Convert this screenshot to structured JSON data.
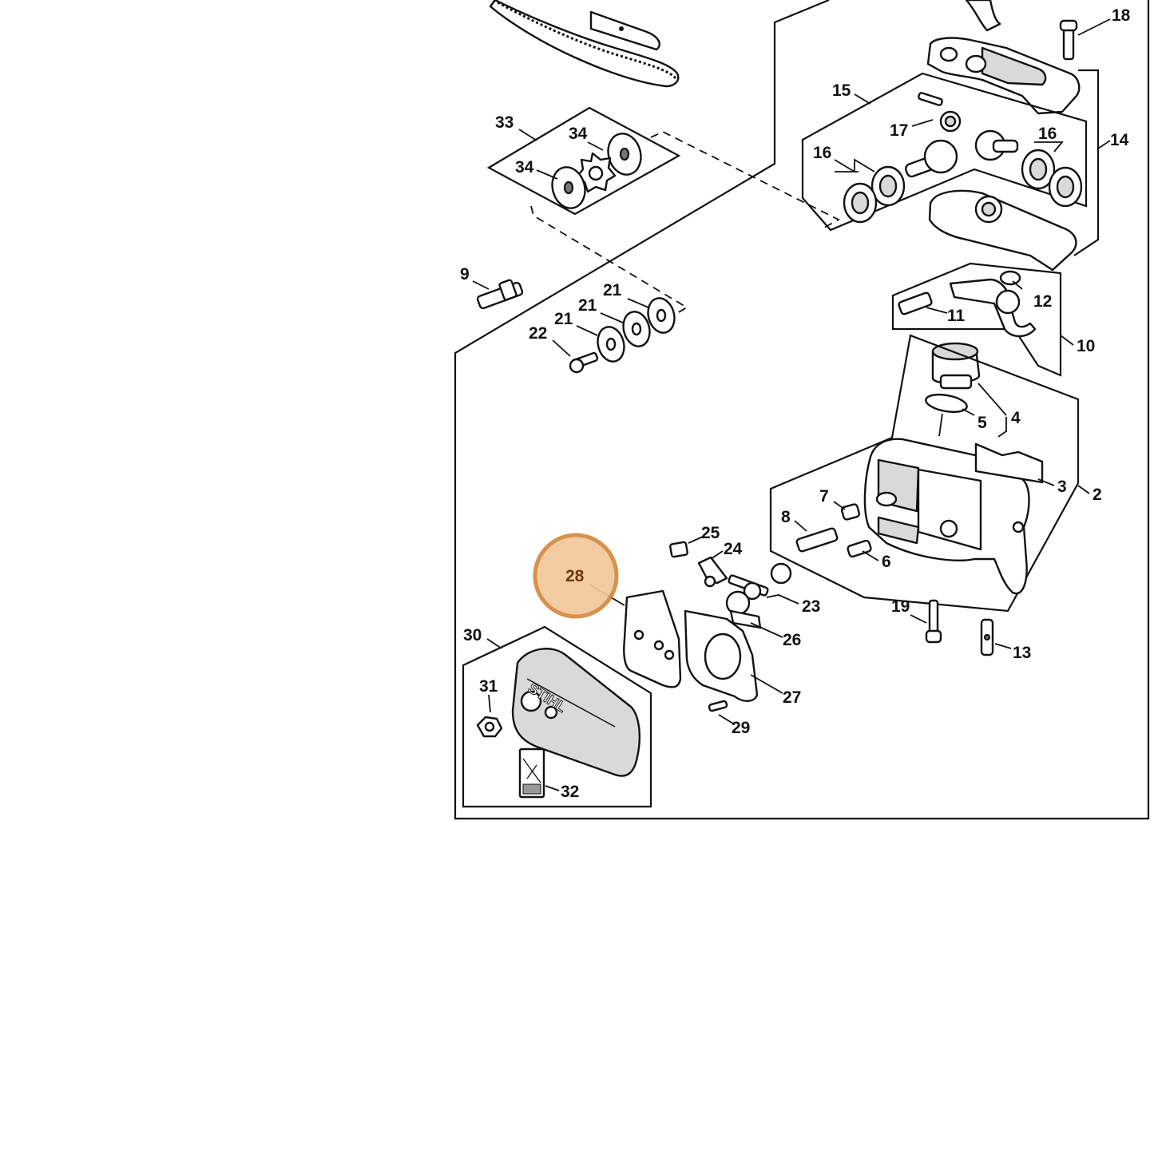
{
  "diagram": {
    "highlighted_part": "28",
    "brand_text": "STIHL",
    "highlight_color": "#f3c79c",
    "highlight_border_color": "#d4883c",
    "callouts": {
      "c2": "2",
      "c3": "3",
      "c4": "4",
      "c5": "5",
      "c6": "6",
      "c7": "7",
      "c8": "8",
      "c9": "9",
      "c10": "10",
      "c11": "11",
      "c12": "12",
      "c13": "13",
      "c14": "14",
      "c15": "15",
      "c16a": "16",
      "c16b": "16",
      "c17": "17",
      "c18": "18",
      "c19": "19",
      "c21a": "21",
      "c21b": "21",
      "c21c": "21",
      "c22": "22",
      "c23": "23",
      "c24": "24",
      "c25": "25",
      "c26": "26",
      "c27": "27",
      "c28": "28",
      "c29": "29",
      "c30": "30",
      "c31": "31",
      "c32": "32",
      "c33": "33",
      "c34a": "34",
      "c34b": "34"
    }
  }
}
